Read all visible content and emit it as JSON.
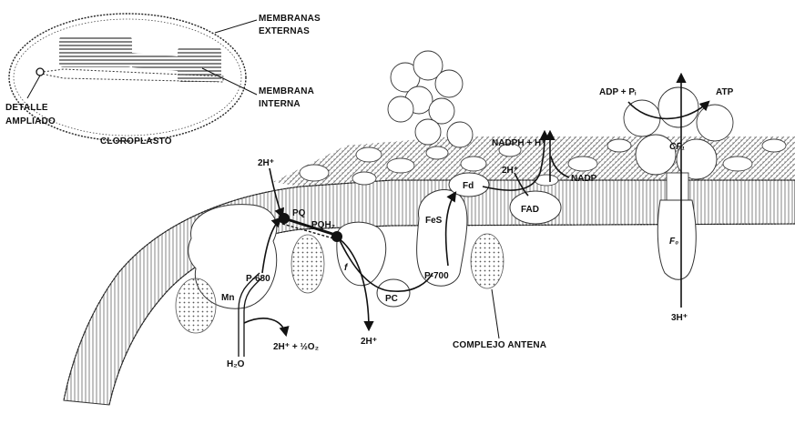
{
  "inset": {
    "membranas_externas": [
      "MEMBRANAS",
      "EXTERNAS"
    ],
    "membrana_interna": [
      "MEMBRANA",
      "INTERNA"
    ],
    "detalle_ampliado": [
      "DETALLE",
      "AMPLIADO"
    ],
    "cloroplasto": "CLOROPLASTO"
  },
  "labels": {
    "two_h_top": "2H⁺",
    "pq": "PQ",
    "pqh2": "PQH₂",
    "p680": "P-680",
    "mn": "Mn",
    "h2o": "H₂O",
    "water_products": "2H⁺ + ½O₂",
    "f": "f",
    "two_h_bottom": "2H⁺",
    "pc": "PC",
    "p700": "P-700",
    "fes": "FeS",
    "fd": "Fd",
    "fad": "FAD",
    "two_h_mid": "2H⁺",
    "nadph": "NADPH + H⁺",
    "nadp": "NADP",
    "adp": "ADP + Pᵢ",
    "atp": "ATP",
    "cf1": "CF₁",
    "f0": "F₀",
    "three_h": "3H⁺",
    "complejo_antena": "COMPLEJO ANTENA"
  }
}
